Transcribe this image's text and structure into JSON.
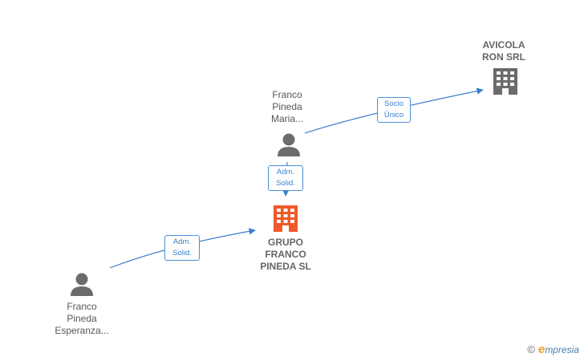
{
  "nodes": {
    "avicola": {
      "label": "AVICOLA\nRON SRL",
      "icon": "building-icon",
      "color": "#6b6b6b"
    },
    "grupo": {
      "label": "GRUPO\nFRANCO\nPINEDA  SL",
      "icon": "building-icon",
      "color": "#f05a28"
    },
    "maria": {
      "label": "Franco\nPineda\nMaria...",
      "icon": "person-icon",
      "color": "#6b6b6b"
    },
    "esperanza": {
      "label": "Franco\nPineda\nEsperanza...",
      "icon": "person-icon",
      "color": "#6b6b6b"
    }
  },
  "relations": {
    "maria_to_avicola": {
      "label": "Socio\nÚnico"
    },
    "maria_to_grupo": {
      "label": "Adm.\nSolid."
    },
    "esperanza_to_grupo": {
      "label": "Adm.\nSolid."
    }
  },
  "edge_color": "#3a7fd0",
  "brand": {
    "copyright": "©",
    "e": "e",
    "rest": "mpresia"
  }
}
